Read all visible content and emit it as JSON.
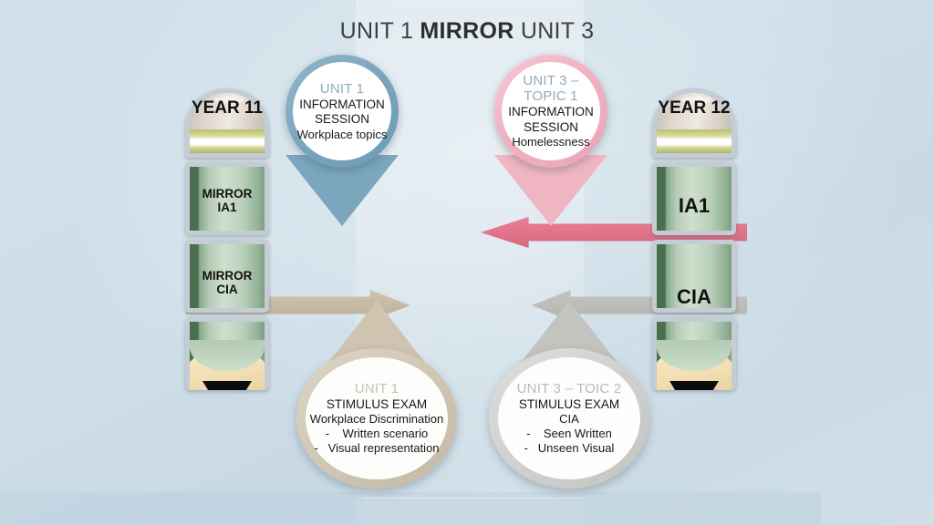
{
  "title": {
    "part1": "UNIT 1 ",
    "bold": "MIRROR",
    "part2": " UNIT 3"
  },
  "pencils": {
    "left": {
      "year_label": "YEAR 11",
      "segment1_line1": "MIRROR",
      "segment1_line2": "IA1",
      "segment2_line1": "MIRROR",
      "segment2_line2": "CIA"
    },
    "right": {
      "year_label": "YEAR 12",
      "segment1_line1": "IA1",
      "segment2_line1": "CIA"
    }
  },
  "pins": {
    "blue": {
      "heading": "UNIT 1",
      "line2": "INFORMATION SESSION",
      "line3": "Workplace topics"
    },
    "pink": {
      "heading": "UNIT 3 – TOPIC 1",
      "line2": "INFORMATION SESSION",
      "line3": "Homelessness"
    }
  },
  "drops": {
    "tan": {
      "heading": "UNIT 1",
      "line2": "STIMULUS EXAM",
      "line3": "Workplace Discrimination",
      "bullet1": "-    Written scenario",
      "bullet2": "-   Visual representation"
    },
    "gray": {
      "heading": "UNIT 3 – TOIC 2",
      "line2": "STIMULUS EXAM",
      "line3": "CIA",
      "bullet1": "-    Seen Written",
      "bullet2": "-   Unseen Visual"
    }
  },
  "arrows": {
    "top_left": {
      "name": "blue-arrow-right",
      "color": "#3f7699",
      "direction": "right"
    },
    "top_right": {
      "name": "pink-arrow-left",
      "color": "#e0738a",
      "direction": "left"
    },
    "bottom_left": {
      "name": "tan-arrow-right",
      "color": "#c6b9a3",
      "direction": "right"
    },
    "bottom_right": {
      "name": "gray-arrow-left",
      "color": "#bcbcb8",
      "direction": "left"
    }
  },
  "palette": {
    "background": "#cfdfe8",
    "pencil_body": "#b6ccb7",
    "pencil_dark_edge": "#4a6e50",
    "ferrule": "#b9bf72",
    "graphite": "#0c0c0c"
  }
}
